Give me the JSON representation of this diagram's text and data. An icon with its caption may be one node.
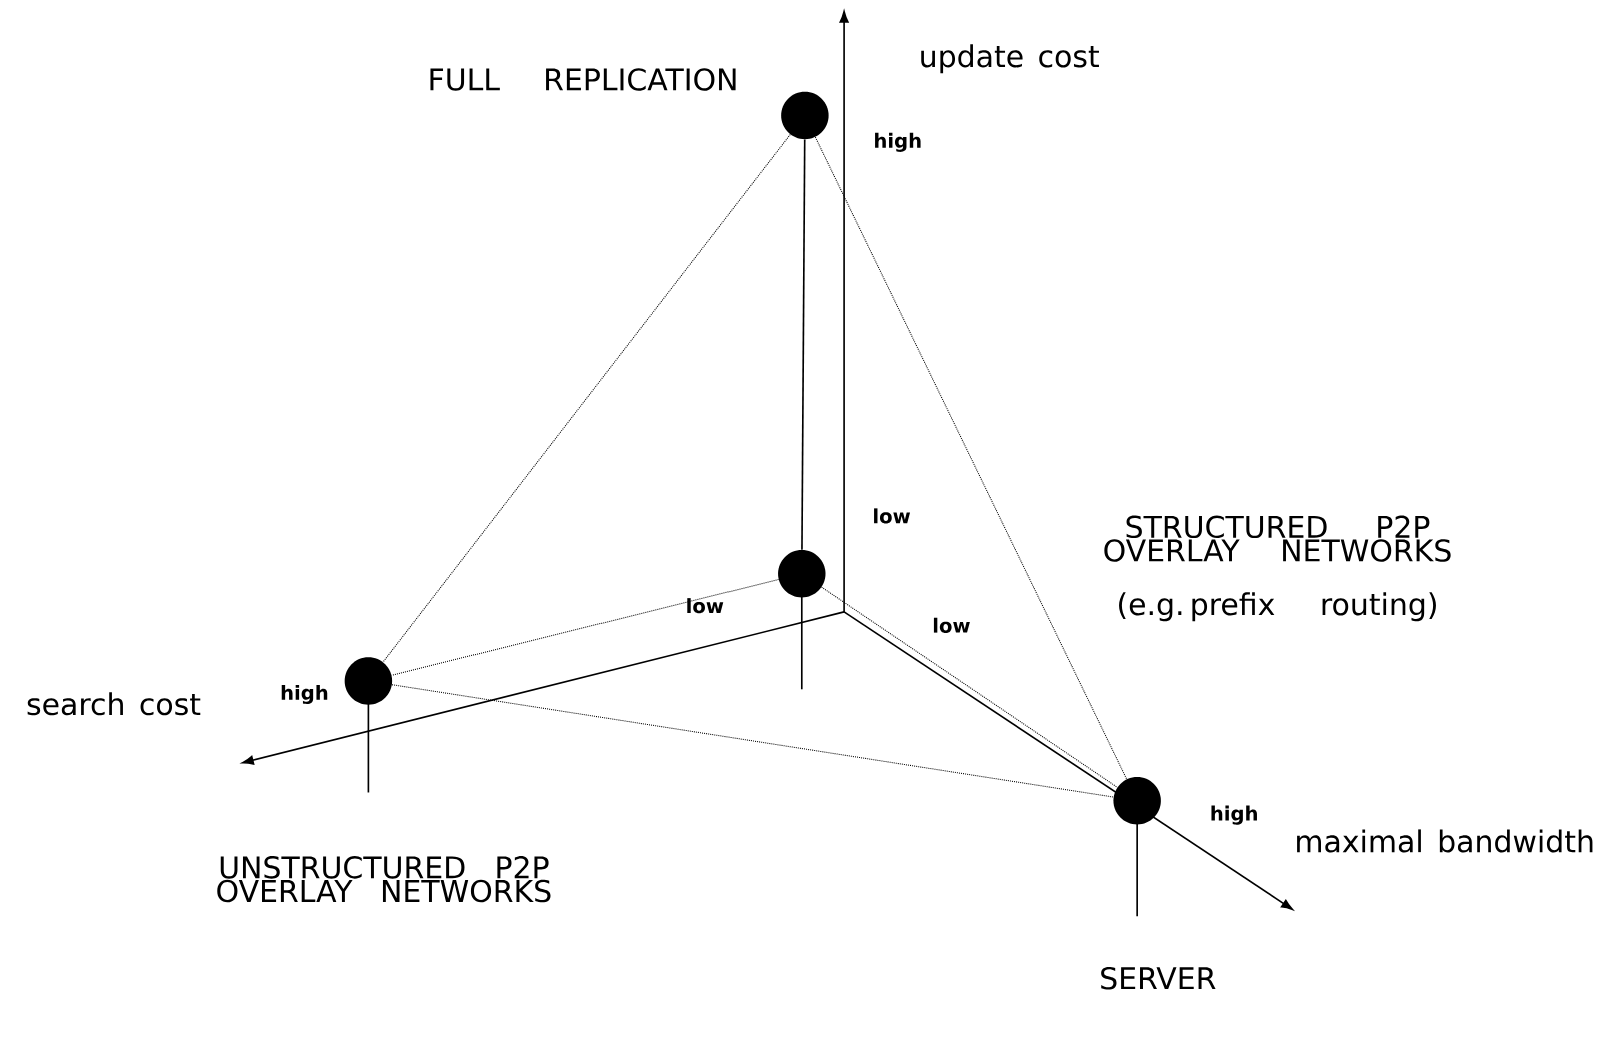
{
  "diagram": {
    "nodes": [
      {
        "text": [],
        "shape": "circle",
        "beside": [
          "FULL REPLICATION"
        ]
      },
      {
        "text": [],
        "shape": "circle",
        "beside": [
          "STRUCTURED P2P OVERLAY NETWORKS",
          "(e.g. prefix routing)"
        ]
      },
      {
        "text": [],
        "shape": "circle"
      },
      {
        "text": [],
        "shape": "circle"
      }
    ],
    "edges": [
      {
        "from": 0,
        "to": 1,
        "arrow": "none"
      },
      {
        "from": 0,
        "to": 2,
        "arrow": "none",
        "style": "dashed"
      },
      {
        "from": 0,
        "to": 3,
        "arrow": "none",
        "style": "dashed"
      },
      {
        "from": 1,
        "to": 2,
        "arrow": "none",
        "style": "dashed"
      },
      {
        "from": 1,
        "to": 3,
        "arrow": "none",
        "style": "dashed"
      },
      {
        "from": 2,
        "to": 3,
        "arrow": "none",
        "style": "dashed"
      }
    ],
    "labels": [
      "update cost",
      "high",
      "low",
      "low",
      "low",
      "search cost",
      "high",
      "high",
      "maximal bandwidth",
      "UNSTRUCTURED P2P OVERLAY NETWORKS",
      "SERVER"
    ]
  }
}
